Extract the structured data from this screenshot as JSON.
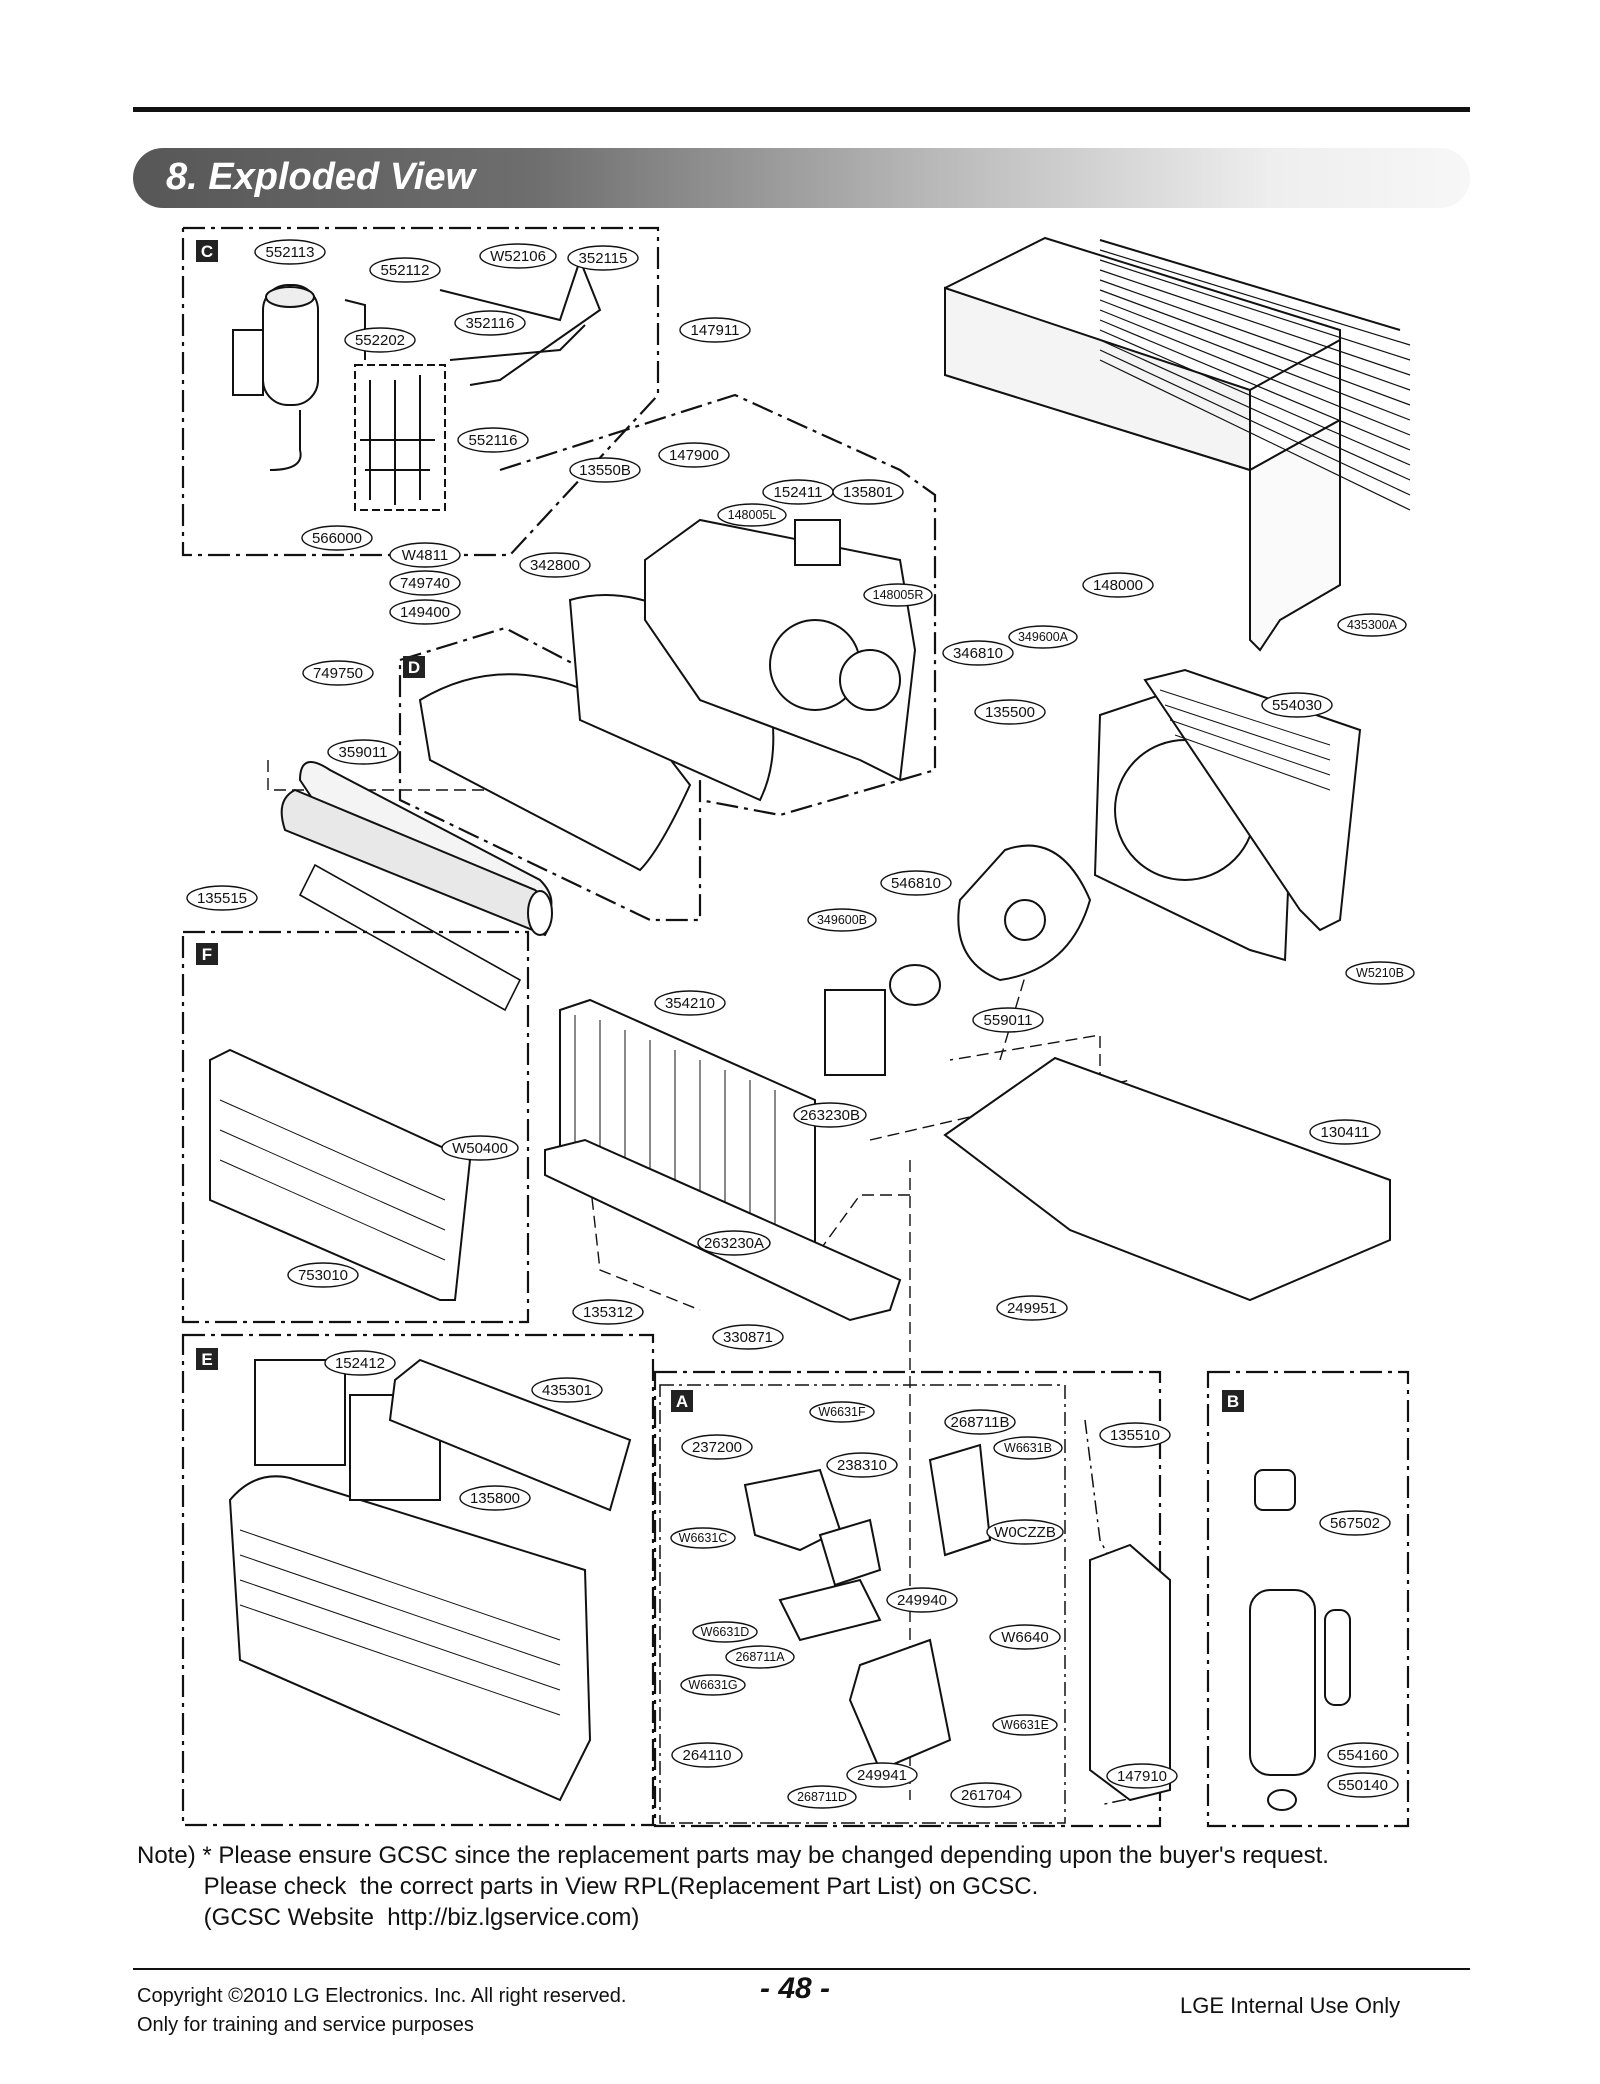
{
  "section_title": "8. Exploded View",
  "boxes": {
    "c": "C",
    "d": "D",
    "f": "F",
    "e": "E",
    "a": "A",
    "b": "B"
  },
  "part_labels": {
    "p552113": "552113",
    "p552112": "552112",
    "pW52106": "W52106",
    "p352115": "352115",
    "p352116": "352116",
    "p552202": "552202",
    "p552116": "552116",
    "p566000": "566000",
    "p147911": "147911",
    "p147900": "147900",
    "p13550B": "13550B",
    "p152411": "152411",
    "p135801": "135801",
    "p148005L": "148005L",
    "p342800": "342800",
    "p148005R": "148005R",
    "pW4811": "W4811",
    "p749740": "749740",
    "p149400": "149400",
    "p749750": "749750",
    "p359011": "359011",
    "p148000": "148000",
    "p346810": "346810",
    "p349600A": "349600A",
    "p135500": "135500",
    "p435300A": "435300A",
    "p554030": "554030",
    "p135515": "135515",
    "p546810": "546810",
    "p349600B": "349600B",
    "p559011": "559011",
    "pW5210B": "W5210B",
    "p354210": "354210",
    "p263230B": "263230B",
    "p130411": "130411",
    "pW50400": "W50400",
    "p753010": "753010",
    "p263230A": "263230A",
    "p135312": "135312",
    "p330871": "330871",
    "p249951": "249951",
    "p152412": "152412",
    "p435301": "435301",
    "p135800": "135800",
    "pW6631F": "W6631F",
    "p268711B": "268711B",
    "p237200": "237200",
    "pW6631B": "W6631B",
    "p238310": "238310",
    "p135510": "135510",
    "pW6631C": "W6631C",
    "pW0CZZB": "W0CZZB",
    "p567502": "567502",
    "p249940": "249940",
    "pW6631D": "W6631D",
    "pW6640": "W6640",
    "p268711A": "268711A",
    "pW6631G": "W6631G",
    "pW6631E": "W6631E",
    "p264110": "264110",
    "p249941": "249941",
    "p147910": "147910",
    "p554160": "554160",
    "p268711D": "268711D",
    "p261704": "261704",
    "p550140": "550140"
  },
  "note": {
    "line1": "Note) * Please ensure GCSC since the replacement parts may be changed depending upon the buyer's request.",
    "line2": "          Please check  the correct parts in View RPL(Replacement Part List) on GCSC.",
    "line3": "          (GCSC Website  http://biz.lgservice.com)"
  },
  "footer": {
    "copyright_line1": "Copyright ©2010 LG Electronics. Inc. All right reserved.",
    "copyright_line2": "Only for training and service purposes",
    "page_number": "- 48 -",
    "internal": "LGE Internal Use Only"
  }
}
